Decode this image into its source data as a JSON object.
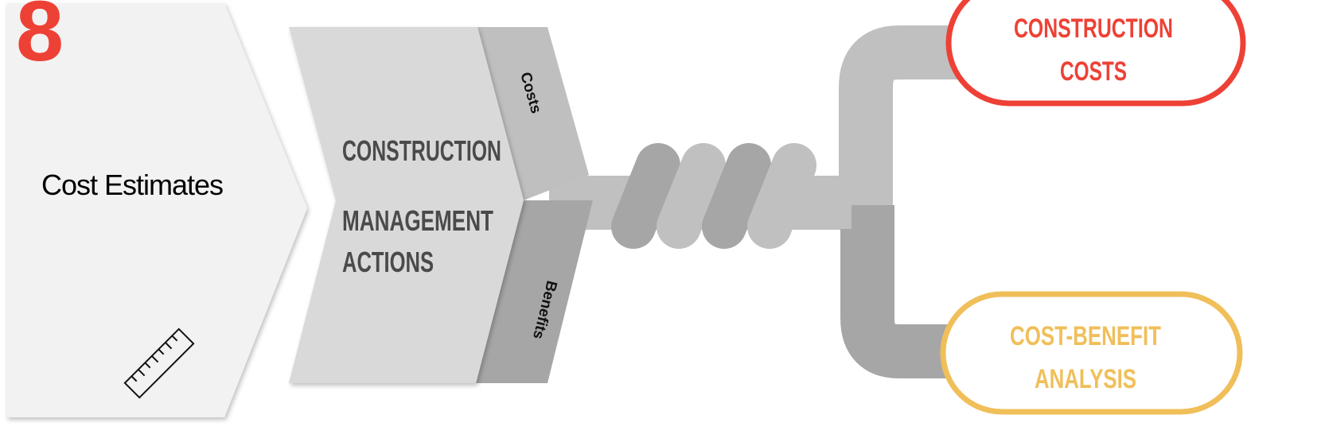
{
  "step_number": "8",
  "input_block": {
    "label": "Cost Estimates",
    "icon": "ruler-icon"
  },
  "process_block": {
    "line1": "CONSTRUCTION",
    "line2": "MANAGEMENT",
    "line3": "ACTIONS",
    "tab_top": "Costs",
    "tab_bottom": "Benefits"
  },
  "outputs": {
    "costs_line1": "CONSTRUCTION",
    "costs_line2": "COSTS",
    "analysis_line1": "COST-BENEFIT",
    "analysis_line2": "ANALYSIS"
  },
  "colors": {
    "accent_red": "#ee4136",
    "accent_gold": "#f0bf5a",
    "text_dark": "#4a4a4a",
    "panel_light": "#f2f2f2",
    "panel_mid": "#d9d9d9",
    "tab_top": "#bfbfbf",
    "tab_bottom": "#a6a6a6"
  }
}
